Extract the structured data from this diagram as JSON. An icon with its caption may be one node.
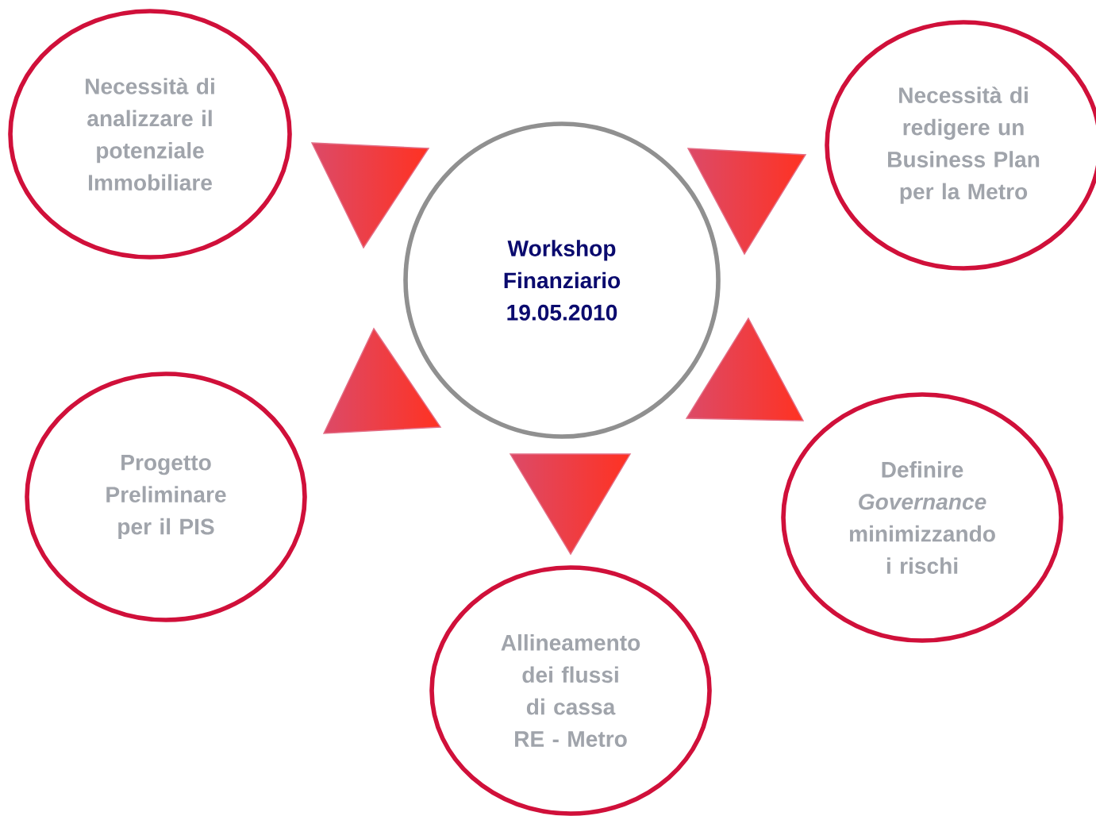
{
  "diagram": {
    "nodes": [
      {
        "text": [
          "Necessità di analizzare il potenziale Immobiliare"
        ]
      },
      {
        "text": [
          "Necessità di redigere un Business Plan per la Metro"
        ]
      },
      {
        "text": [
          "Workshop Finanziario 19.05.2010"
        ]
      },
      {
        "text": [
          "Progetto Preliminare per il PIS"
        ]
      },
      {
        "text": [
          "Definire *Governance* minimizzando i rischi"
        ]
      },
      {
        "text": [
          "Allineamento dei flussi di cassa RE - Metro"
        ]
      }
    ]
  }
}
